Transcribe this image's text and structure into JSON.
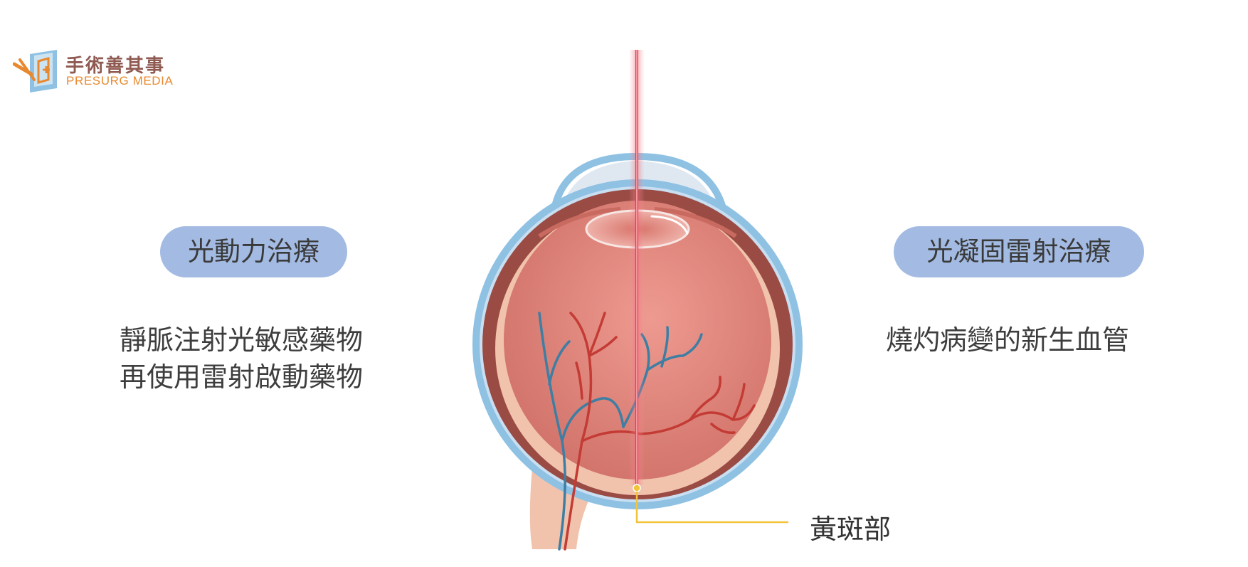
{
  "logo": {
    "name_cn": "手術善其事",
    "name_en": "PRESURG MEDIA",
    "accent_color": "#e8892f",
    "text_color": "#8f5a52"
  },
  "left_treatment": {
    "title": "光動力治療",
    "lines": [
      "靜脈注射光敏感藥物",
      "再使用雷射啟動藥物"
    ]
  },
  "right_treatment": {
    "title": "光凝固雷射治療",
    "lines": [
      "燒灼病變的新生血管"
    ]
  },
  "annotations": {
    "macula": "黃斑部"
  },
  "colors": {
    "pill_bg": "#a3bbe3",
    "laser": "#e8374a",
    "sclera": "#8fc1e3",
    "retina": "#e5877c",
    "macula_line": "#f2c43a"
  }
}
